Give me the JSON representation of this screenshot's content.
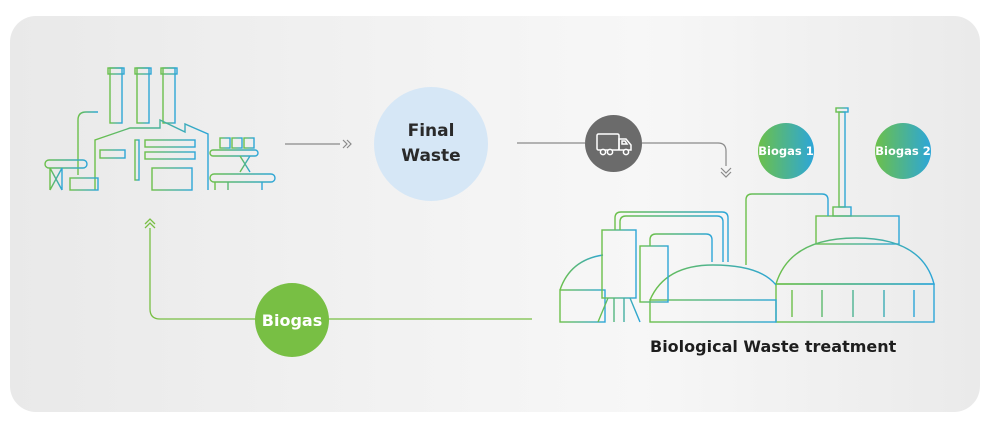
{
  "diagram": {
    "nodes": {
      "final_waste": "Final\nWaste",
      "final_waste_line1": "Final",
      "final_waste_line2": "Waste",
      "biogas_1": "Biogas 1",
      "biogas_2": "Biogas 2",
      "biogas_return": "Biogas",
      "treatment_label": "Biological Waste treatment"
    },
    "icons": {
      "factory": "factory-icon",
      "truck": "truck-icon",
      "plant": "biogas-plant-icon"
    },
    "colors": {
      "final_waste_fill": "#d6e7f6",
      "truck_fill": "#6b6b6b",
      "biogas_green": "#78bf44",
      "gradient_start": "#6cc04a",
      "gradient_end": "#2da6d8",
      "connector_gray": "#8a8a8a"
    }
  }
}
